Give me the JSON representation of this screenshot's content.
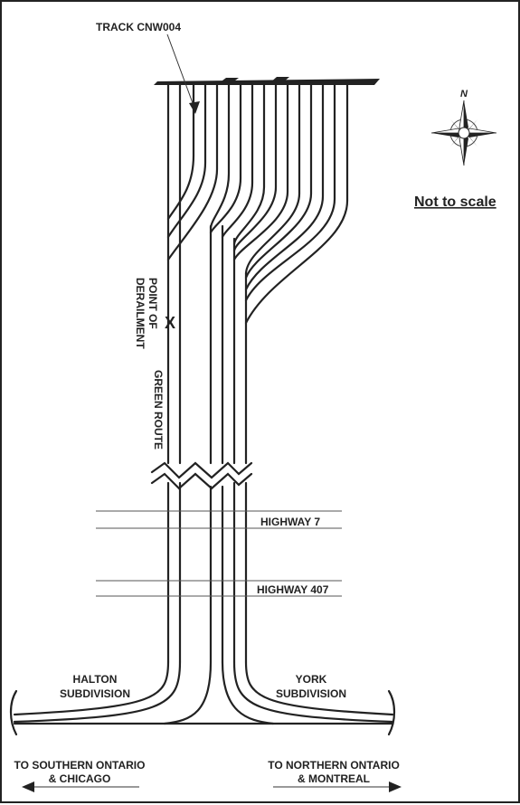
{
  "labels": {
    "track_id": "TRACK CNW004",
    "not_to_scale": "Not to scale",
    "point_of_derailment_line1": "POINT OF",
    "point_of_derailment_line2": "DERAILMENT",
    "green_route": "GREEN ROUTE",
    "highway_7": "HIGHWAY 7",
    "highway_407": "HIGHWAY 407",
    "halton_line1": "HALTON",
    "halton_line2": "SUBDIVISION",
    "york_line1": "YORK",
    "york_line2": "SUBDIVISION",
    "to_south_line1": "TO SOUTHERN ONTARIO",
    "to_south_line2": "& CHICAGO",
    "to_north_line1": "TO NORTHERN ONTARIO",
    "to_north_line2": "& MONTREAL",
    "derailment_marker": "X",
    "compass_north": "N"
  },
  "colors": {
    "line": "#222222",
    "background": "#ffffff"
  }
}
